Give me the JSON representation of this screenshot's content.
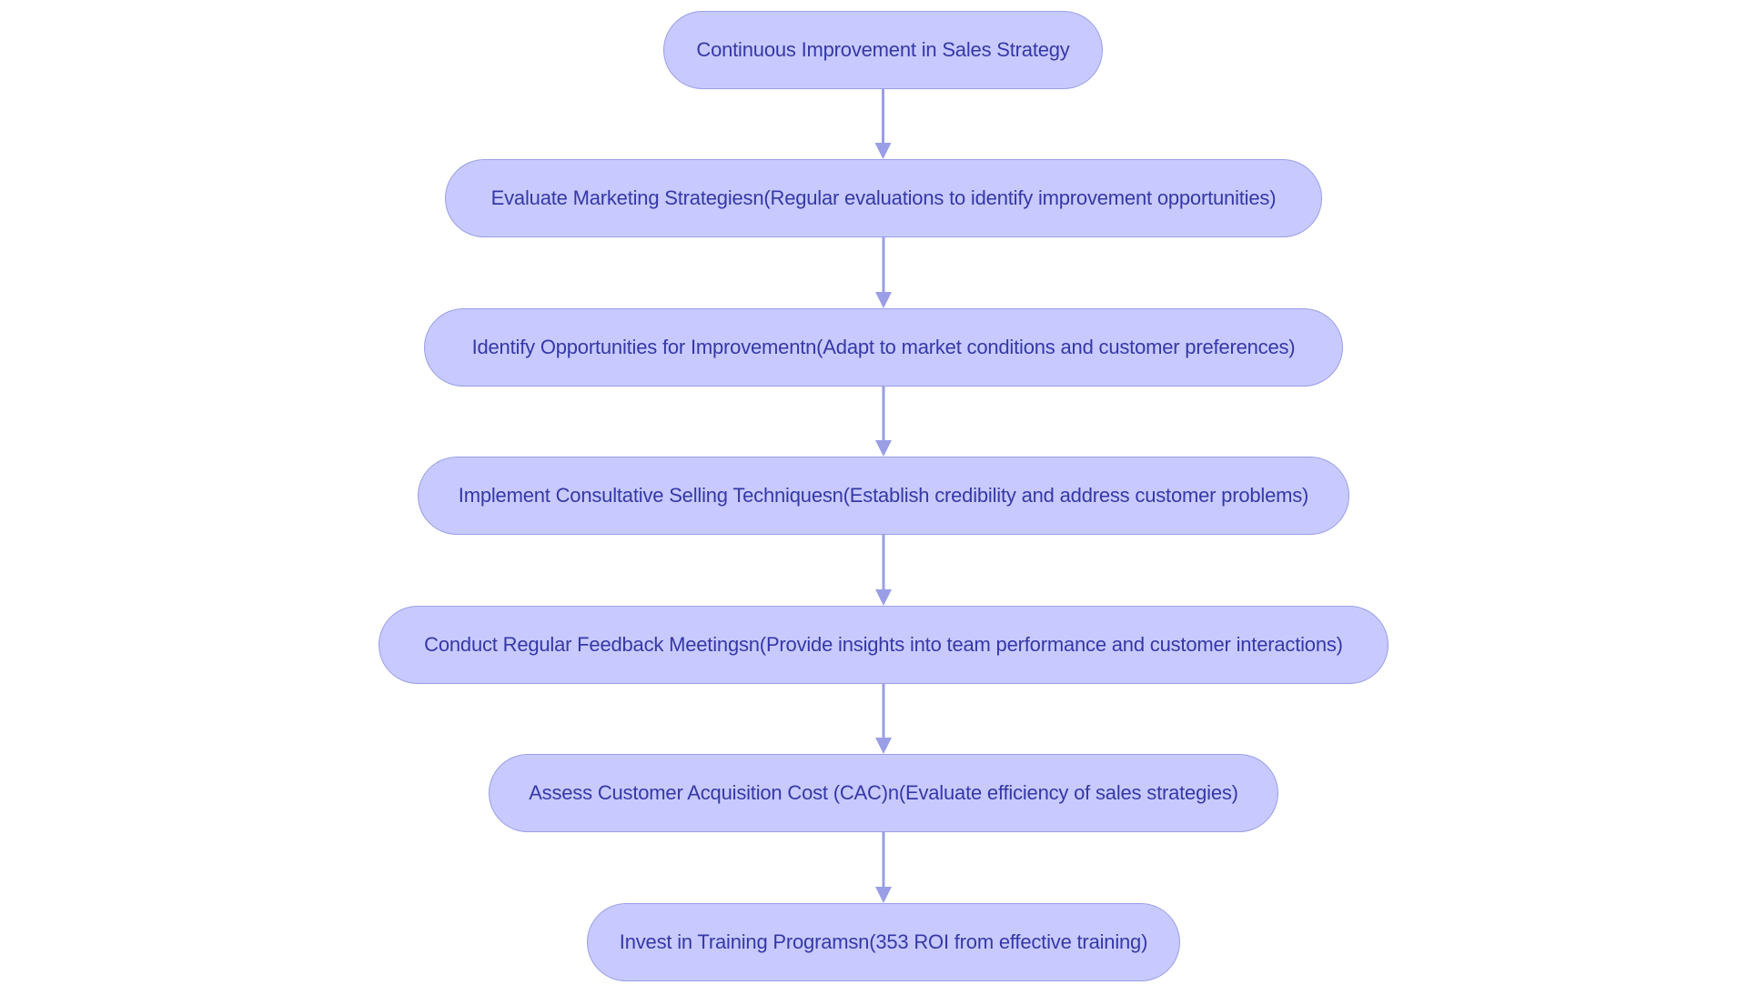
{
  "flowchart": {
    "nodes": [
      {
        "id": "n1",
        "label": "Continuous Improvement in Sales Strategy"
      },
      {
        "id": "n2",
        "label": "Evaluate Marketing Strategiesn(Regular evaluations to identify improvement opportunities)"
      },
      {
        "id": "n3",
        "label": "Identify Opportunities for Improvementn(Adapt to market conditions and customer preferences)"
      },
      {
        "id": "n4",
        "label": "Implement Consultative Selling Techniquesn(Establish credibility and address customer problems)"
      },
      {
        "id": "n5",
        "label": "Conduct Regular Feedback Meetingsn(Provide insights into team performance and customer interactions)"
      },
      {
        "id": "n6",
        "label": "Assess Customer Acquisition Cost (CAC)n(Evaluate efficiency of sales strategies)"
      },
      {
        "id": "n7",
        "label": "Invest in Training Programsn(353 ROI from effective training)"
      }
    ],
    "edges": [
      {
        "from": "n1",
        "to": "n2"
      },
      {
        "from": "n2",
        "to": "n3"
      },
      {
        "from": "n3",
        "to": "n4"
      },
      {
        "from": "n4",
        "to": "n5"
      },
      {
        "from": "n5",
        "to": "n6"
      },
      {
        "from": "n6",
        "to": "n7"
      }
    ],
    "colors": {
      "node_fill": "#c8caff",
      "node_border": "#9a9ee6",
      "text": "#3538a6",
      "edge": "#9a9ee6"
    }
  }
}
